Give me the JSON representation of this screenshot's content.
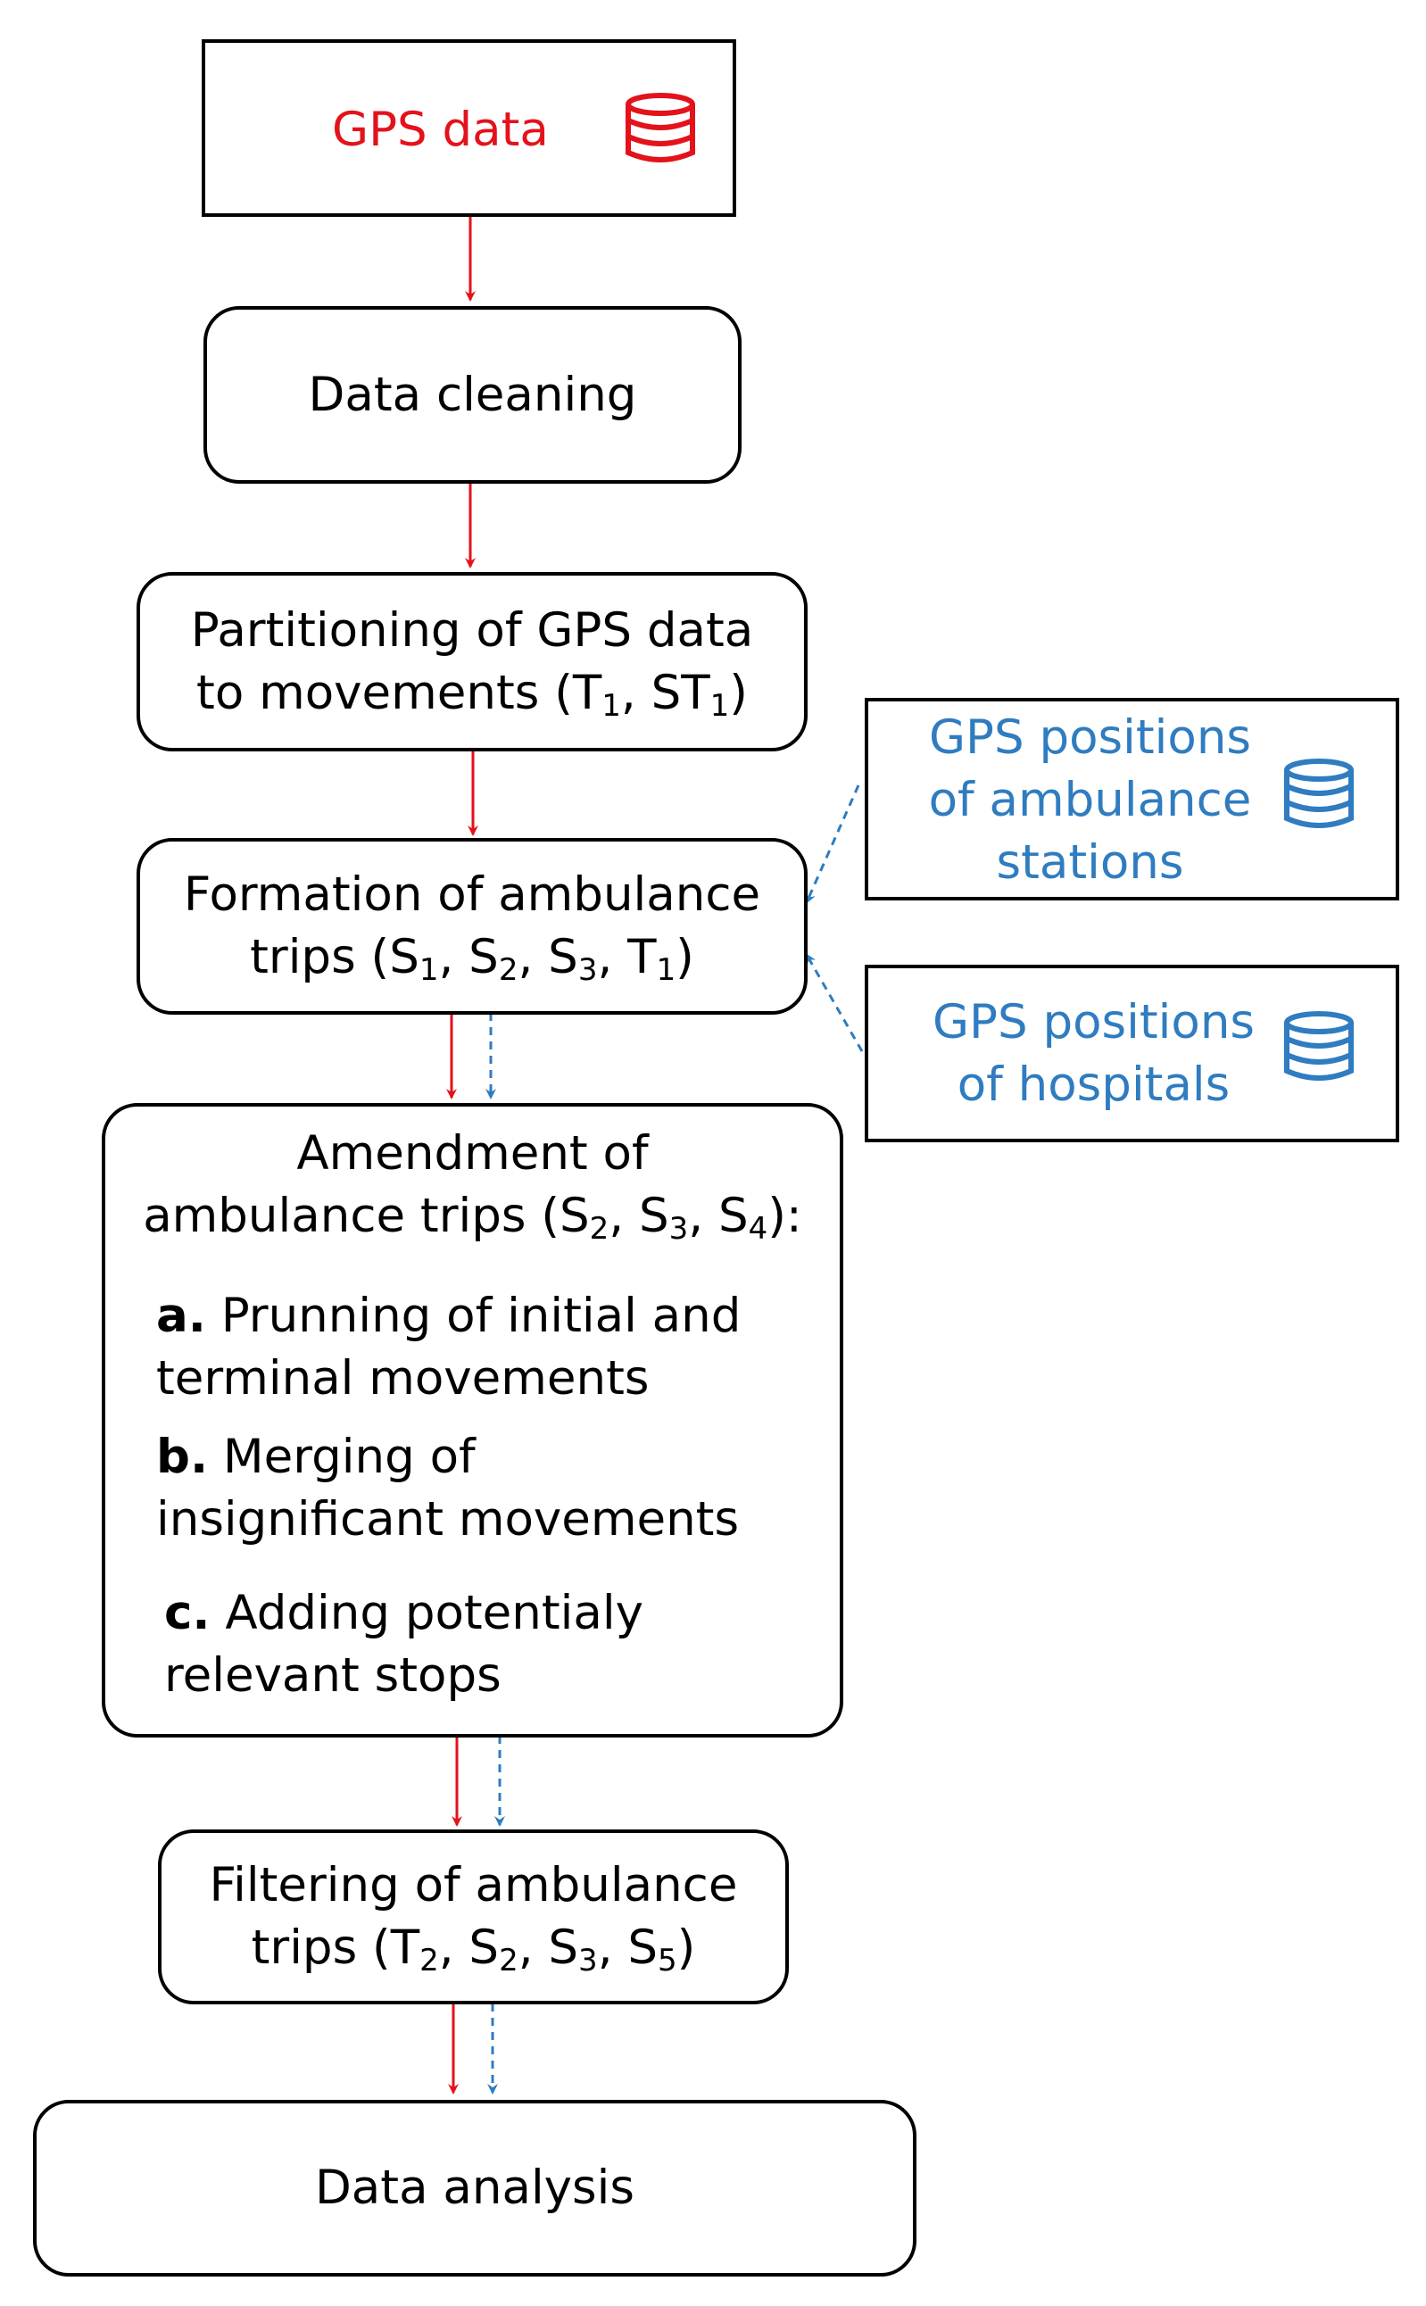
{
  "colors": {
    "primary_flow": "#e3121b",
    "secondary_flow": "#2f7cc0",
    "stroke": "#000000"
  },
  "nodes": {
    "gps_data": {
      "label": "GPS data",
      "icon": "database-icon"
    },
    "data_cleaning": {
      "label": "Data cleaning"
    },
    "partitioning": {
      "line1": "Partitioning of GPS data",
      "line2_prefix": "to movements (T",
      "sub1": "1",
      "mid1": ", ST",
      "sub2": "1",
      "suffix": ")"
    },
    "formation": {
      "line1": "Formation of ambulance",
      "line2_prefix": "trips (S",
      "subs": [
        "1",
        "2",
        "3",
        "1"
      ],
      "seps": [
        ", S",
        ", S",
        ", T"
      ],
      "suffix": ")"
    },
    "amendment": {
      "line1": "Amendment of",
      "line2_prefix": "ambulance trips (S",
      "subs": [
        "2",
        "3",
        "4"
      ],
      "seps": [
        ", S",
        ", S"
      ],
      "suffix": "):",
      "items": [
        {
          "marker": "a.",
          "line1": " Prunning of initial and",
          "line2": "terminal movements"
        },
        {
          "marker": "b.",
          "line1": " Merging of",
          "line2": "insignificant movements"
        },
        {
          "marker": "c.",
          "line1": " Adding potentialy",
          "line2": "relevant stops"
        }
      ]
    },
    "filtering": {
      "line1": "Filtering of ambulance",
      "line2_prefix": "trips (T",
      "subs": [
        "2",
        "2",
        "3",
        "5"
      ],
      "seps": [
        ", S",
        ", S",
        ", S"
      ],
      "suffix": ")"
    },
    "data_analysis": {
      "label": "Data analysis"
    },
    "stations": {
      "lines": [
        "GPS positions",
        "of ambulance",
        "stations"
      ],
      "icon": "database-icon"
    },
    "hospitals": {
      "lines": [
        "GPS positions",
        "of hospitals"
      ],
      "icon": "database-icon"
    }
  }
}
